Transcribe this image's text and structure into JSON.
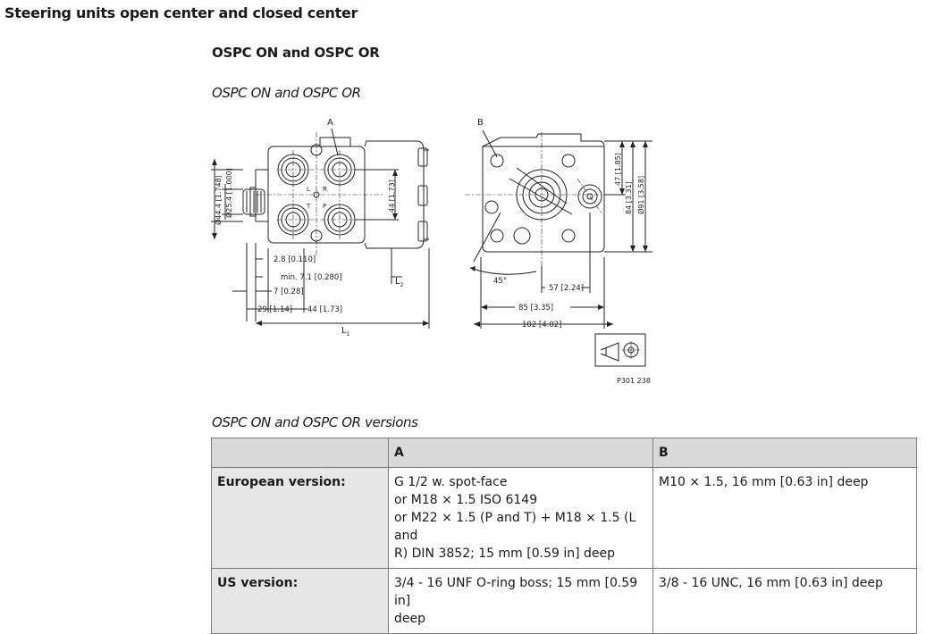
{
  "page_title": "Steering units open center and closed center",
  "section_title": "OSPC ON and OSPC OR",
  "figure_caption": "OSPC ON and OSPC OR",
  "figure": {
    "label_a": "A",
    "label_b": "B",
    "port_l": "L",
    "port_r": "R",
    "port_t": "T",
    "port_p": "P",
    "dim_dia44": "Ø44.4 [1.748]",
    "dim_dia25": "Ø25.4 [1.000]",
    "dim_44_vert": "44 [1.73]",
    "dim_28": "2.8 [0.110]",
    "dim_min71": "min. 7.1 [0.280]",
    "dim_7": "7 [0.28]",
    "dim_29": "29 [1.14]",
    "dim_44_horiz": "44 [1.73]",
    "dim_l1": "L",
    "dim_l1_sub": "1",
    "dim_l2": "L",
    "dim_l2_sub": "2",
    "dim_45": "45°",
    "dim_57": "57 [2.24]",
    "dim_85": "85 [3.35]",
    "dim_102": "102 [4.02]",
    "dim_47": "47 [1.85]",
    "dim_84": "84 [3.31]",
    "dim_dia91": "Ø91 [3.58]",
    "ref_code": "P301 238"
  },
  "table_caption": "OSPC ON and OSPC OR versions",
  "table": {
    "headers": [
      "",
      "A",
      "B"
    ],
    "rows": [
      {
        "label": "European version:",
        "a_lines": [
          "G 1/2 w. spot-face",
          "or M18 × 1.5 ISO 6149",
          "or M22 × 1.5 (P and T) + M18 × 1.5 (L and",
          "R) DIN 3852; 15 mm [0.59 in] deep"
        ],
        "b": "M10 × 1.5, 16 mm [0.63 in] deep"
      },
      {
        "label": "US version:",
        "a_lines": [
          "3/4 - 16 UNF O-ring boss; 15 mm [0.59 in]",
          "deep"
        ],
        "b": "3/8 - 16 UNC, 16 mm [0.63 in] deep"
      }
    ]
  }
}
